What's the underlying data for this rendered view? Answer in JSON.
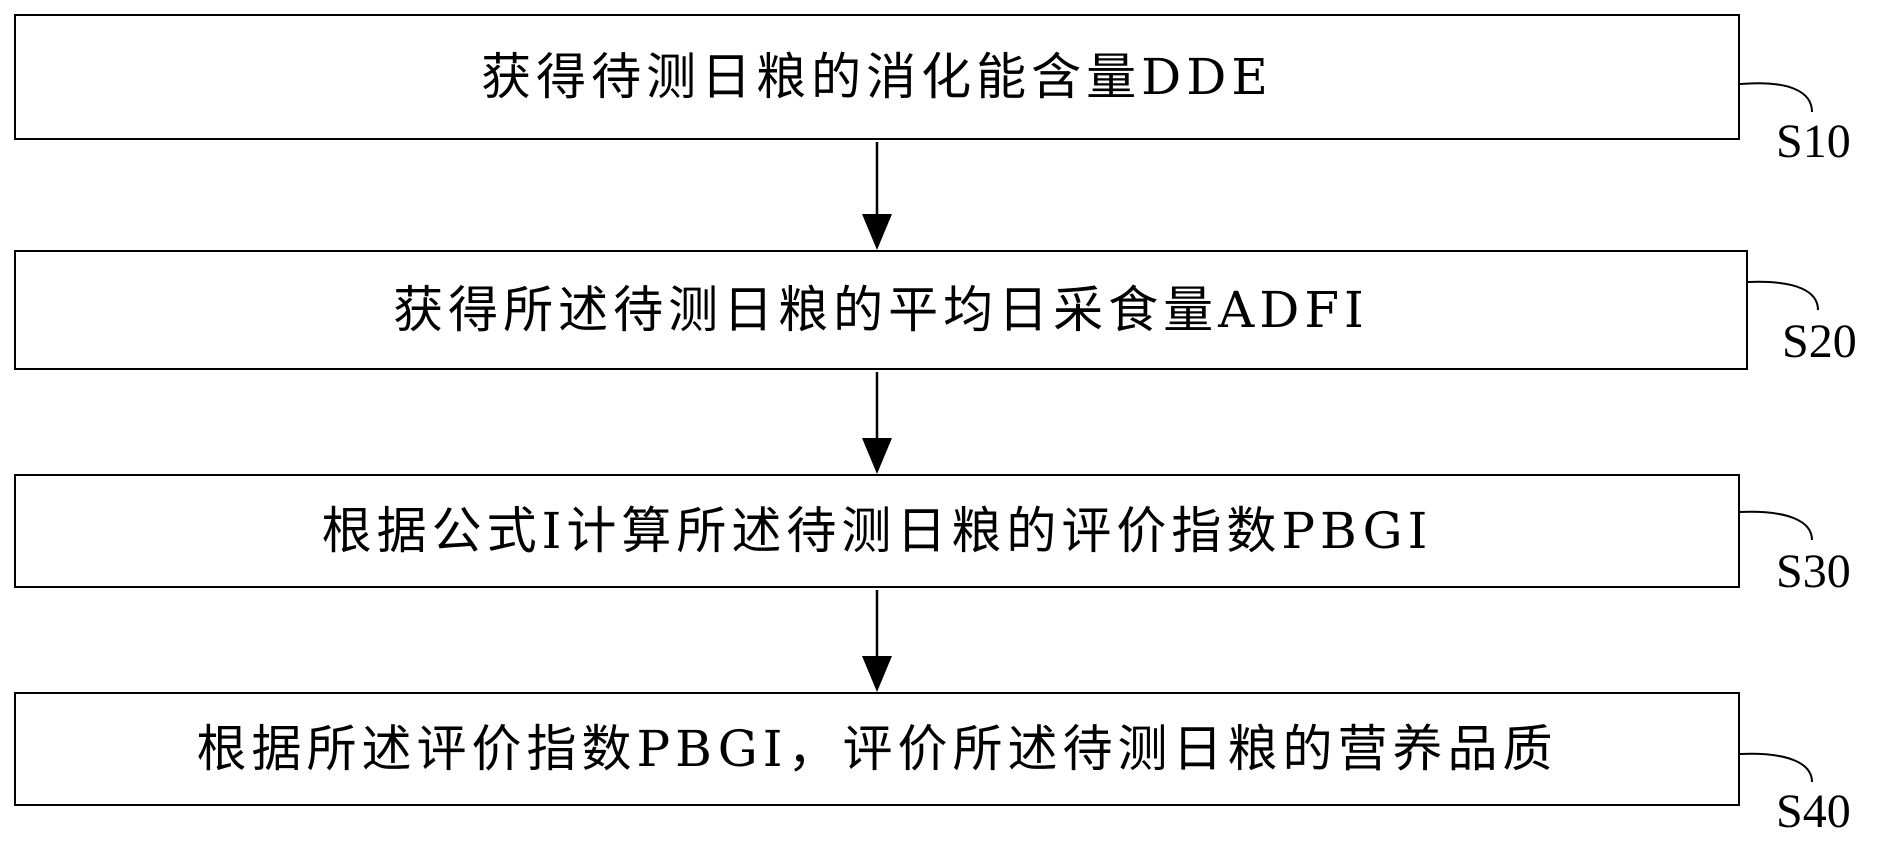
{
  "steps": [
    {
      "text": "获得待测日粮的消化能含量DDE",
      "label": "S10"
    },
    {
      "text": "获得所述待测日粮的平均日采食量ADFI",
      "label": "S20"
    },
    {
      "text": "根据公式I计算所述待测日粮的评价指数PBGI",
      "label": "S30"
    },
    {
      "text": "根据所述评价指数PBGI，评价所述待测日粮的营养品质",
      "label": "S40"
    }
  ],
  "colors": {
    "line": "#000000",
    "background": "#ffffff"
  }
}
